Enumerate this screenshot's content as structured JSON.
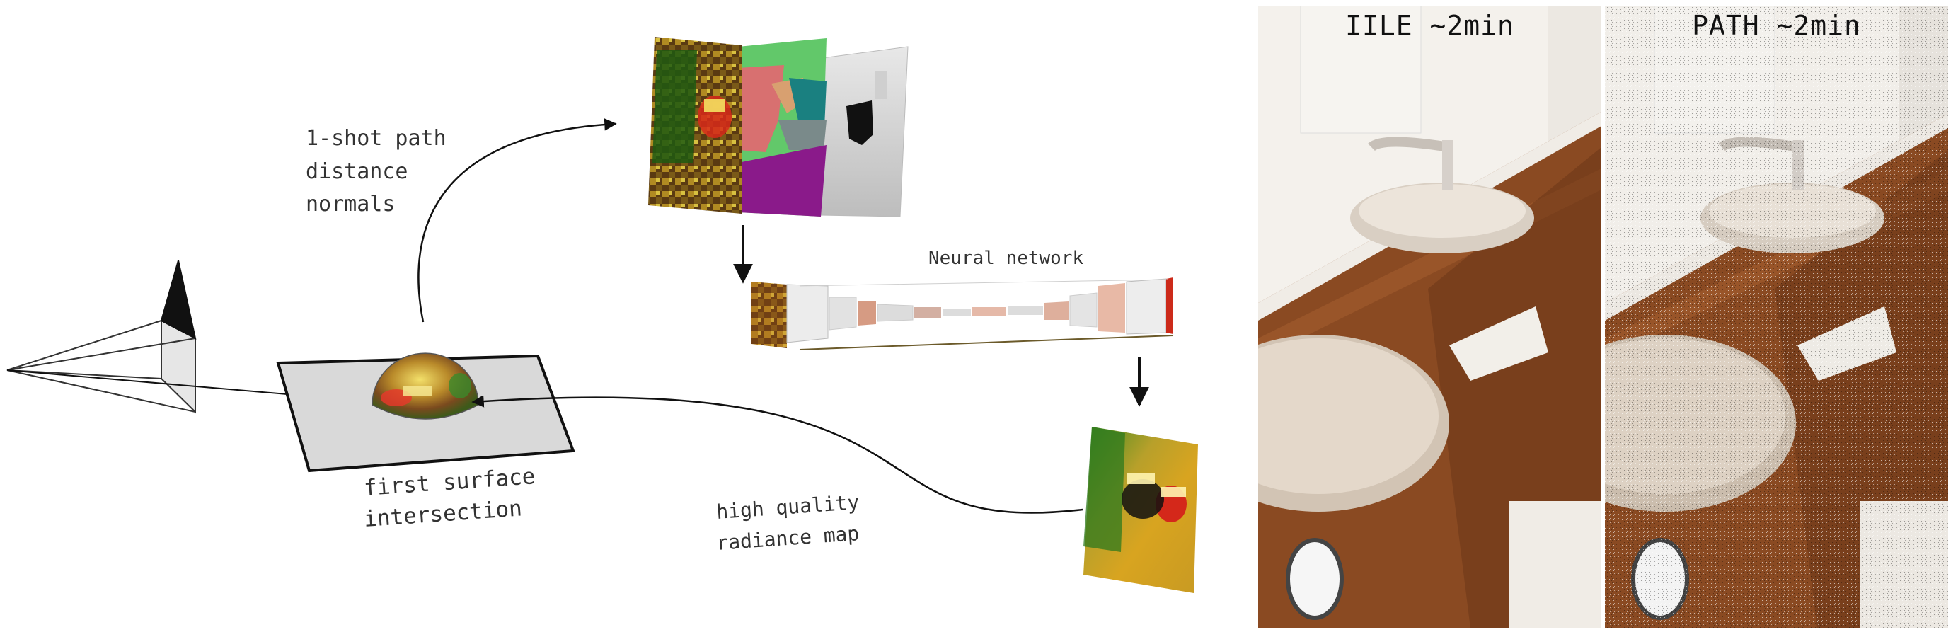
{
  "pipeline": {
    "gbuffer_label_lines": [
      "1-shot path",
      "distance",
      "normals"
    ],
    "network_label": "Neural network",
    "output_label_lines": [
      "high quality",
      "radiance map"
    ],
    "surface_label_lines": [
      "first surface",
      "intersection"
    ]
  },
  "comparison": {
    "left_title": "IILE ~2min",
    "right_title": "PATH ~2min"
  },
  "colors": {
    "arrow": "#111111",
    "plane": "#d9d9d9",
    "wood": "#8a4a22",
    "wall": "#f4f1ec"
  }
}
